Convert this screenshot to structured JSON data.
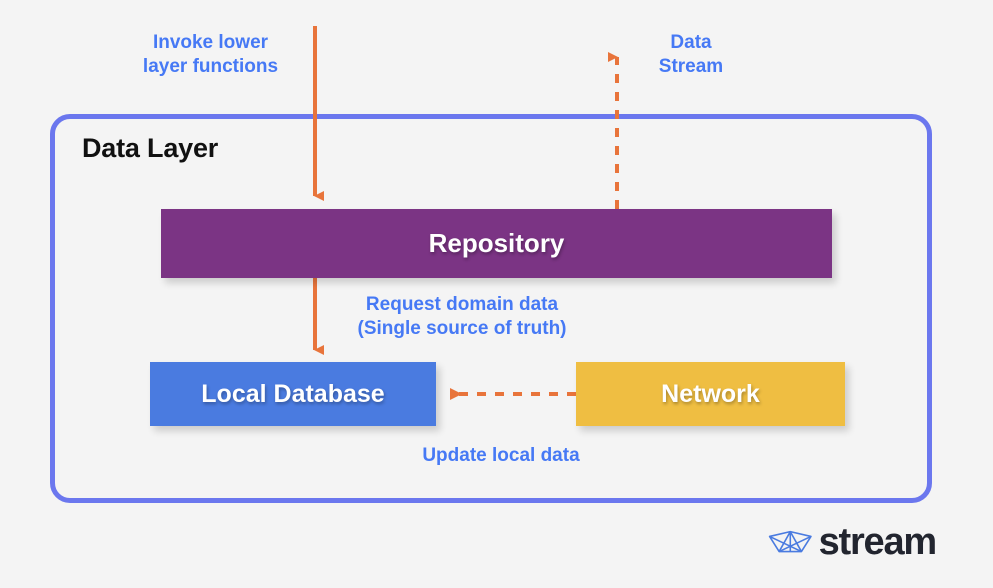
{
  "diagram": {
    "title": "Data Layer",
    "background_color": "#f4f4f4",
    "container": {
      "label": "Data Layer",
      "border_color": "#6b77ee"
    },
    "nodes": [
      {
        "id": "repository",
        "label": "Repository",
        "color": "#7b3484",
        "text_color": "#ffffff"
      },
      {
        "id": "local-database",
        "label": "Local Database",
        "color": "#4a7be0",
        "text_color": "#ffffff"
      },
      {
        "id": "network",
        "label": "Network",
        "color": "#efbe42",
        "text_color": "#ffffff"
      }
    ],
    "edges": [
      {
        "id": "invoke",
        "label": "Invoke lower\nlayer functions",
        "style": "solid",
        "color": "#e8743b",
        "direction": "down"
      },
      {
        "id": "data-stream",
        "label": "Data\nStream",
        "style": "dashed",
        "color": "#e8743b",
        "direction": "up"
      },
      {
        "id": "request",
        "label": "Request domain data\n(Single source of truth)",
        "style": "solid",
        "color": "#e8743b",
        "direction": "down"
      },
      {
        "id": "update",
        "label": "Update local data",
        "style": "dashed",
        "color": "#e8743b",
        "direction": "left"
      }
    ],
    "label_color": "#4679f5",
    "arrow_color": "#e8743b"
  },
  "branding": {
    "wordmark": "stream",
    "icon_name": "paper-boat-icon",
    "icon_color": "#4a7be0",
    "wordmark_color": "#22252f"
  }
}
